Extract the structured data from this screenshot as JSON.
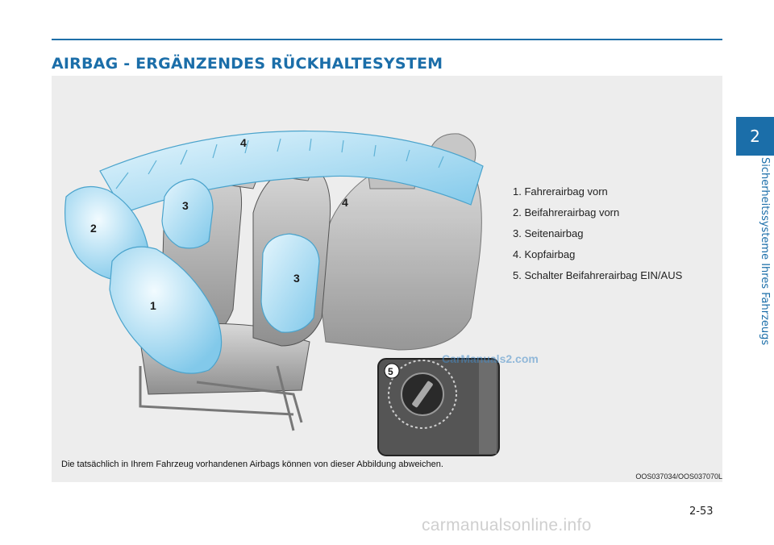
{
  "heading": "AIRBAG - ERGÄNZENDES RÜCKHALTESYSTEM",
  "chapter": {
    "number": "2",
    "title": "Sicherheitssysteme Ihres Fahrzeugs"
  },
  "figure": {
    "callouts": [
      "1",
      "2",
      "3",
      "3",
      "4",
      "4",
      "5"
    ],
    "legend": [
      "1. Fahrerairbag vorn",
      "2. Beifahrerairbag vorn",
      "3. Seitenairbag",
      "4. Kopfairbag",
      "5. Schalter Beifahrerairbag EIN/AUS"
    ],
    "caption": "Die tatsächlich in Ihrem Fahrzeug vorhandenen Airbags können von dieser Abbildung abweichen.",
    "code": "OOS037034/OOS037070L",
    "watermark": "CarManuals2.com"
  },
  "page_number": "2-53",
  "site_watermark": "carmanualsonline.info",
  "colors": {
    "accent": "#1b6ea9",
    "airbag": "#8fd0ec",
    "figure_bg": "#ededed"
  },
  "icons": [
    "airbag-illustration",
    "airbag-switch-icon"
  ]
}
